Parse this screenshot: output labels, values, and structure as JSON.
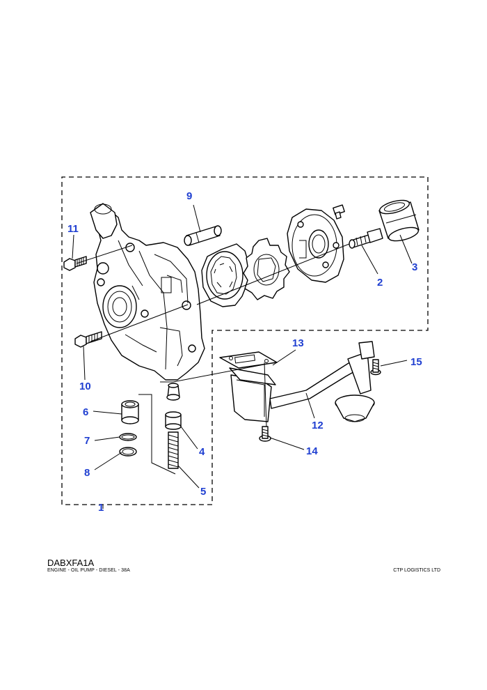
{
  "diagram": {
    "callouts": [
      "1",
      "2",
      "3",
      "4",
      "5",
      "6",
      "7",
      "8",
      "9",
      "10",
      "11",
      "12",
      "13",
      "14",
      "15"
    ]
  },
  "footer": {
    "code": "DABXFA1A",
    "description": "ENGINE - OIL PUMP - DIESEL - 38A",
    "company": "CTP LOGISTICS LTD"
  }
}
